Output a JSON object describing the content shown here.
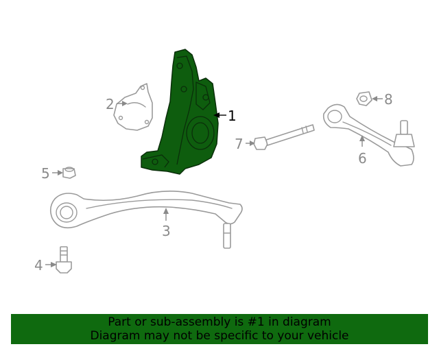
{
  "callouts": {
    "c1": "1",
    "c2": "2",
    "c3": "3",
    "c4": "4",
    "c5": "5",
    "c6": "6",
    "c7": "7",
    "c8": "8"
  },
  "banner": {
    "line1": "Part or sub-assembly is #1 in diagram",
    "line2": "Diagram may not be specific to your vehicle"
  },
  "colors": {
    "highlight": "#0e5d0e",
    "banner_bg": "#0f6a0f",
    "outline": "#9a9a9a"
  }
}
